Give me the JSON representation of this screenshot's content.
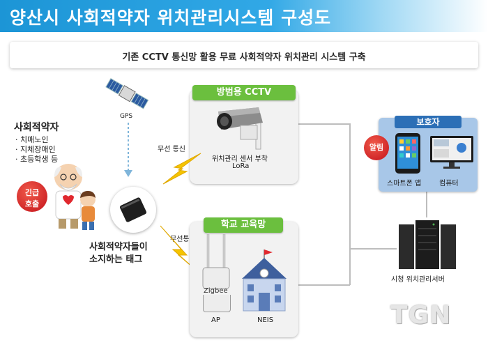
{
  "title": "양산시 사회적약자 위치관리시스템 구성도",
  "subtitle": "기존 CCTV 통신망 활용 무료 사회적약자 위치관리 시스템 구축",
  "satellite": {
    "label": "GPS",
    "icon": "satellite-icon"
  },
  "vulnerable": {
    "heading": "사회적약자",
    "items": [
      "· 치매노인",
      "· 지체장애인",
      "· 초등학생 등"
    ],
    "emergency_line1": "긴급",
    "emergency_line2": "호출",
    "tag_line1": "사회적약자들이",
    "tag_line2": "소지하는 태그"
  },
  "cctv_panel": {
    "header": "방범용 CCTV",
    "wireless_label": "무선 통신",
    "sensor_line1": "위치관리 센서 부착",
    "sensor_line2": "LoRa"
  },
  "school_panel": {
    "header": "학교 교육망",
    "wireless_label": "무선통신",
    "ap_device_text": "Zigbee",
    "ap_label": "AP",
    "neis_label": "NEIS"
  },
  "guardian_panel": {
    "header": "보호자",
    "alert": "알림",
    "smartphone_label": "스마트폰 앱",
    "computer_label": "컴퓨터"
  },
  "server": {
    "label": "시청 위치관리서버"
  },
  "watermark": "TGN",
  "colors": {
    "header_blue": "#1c95d6",
    "panel_green": "#6bbf3e",
    "guardian_blue": "#2c6fb6",
    "alert_red": "#d7191f",
    "bolt_yellow": "#f5c400"
  }
}
